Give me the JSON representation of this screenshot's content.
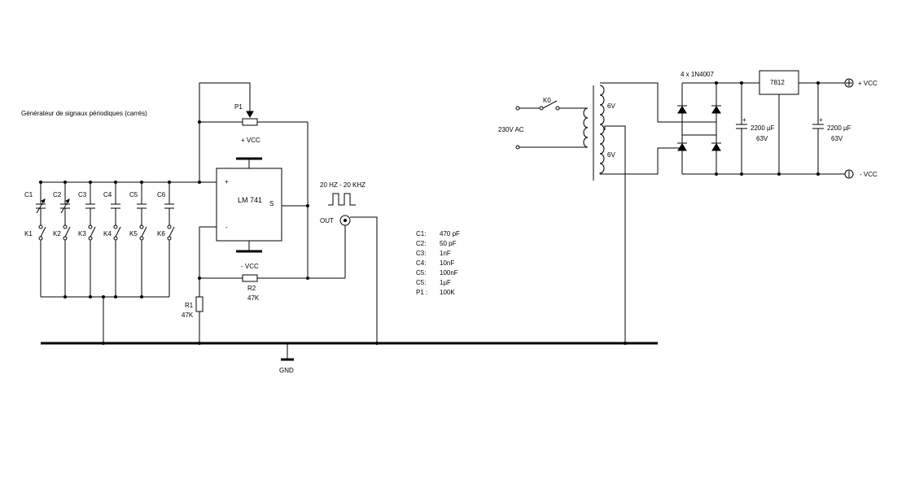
{
  "title": "Générateur de signaux périodiques (carrés)",
  "opamp": {
    "name": "LM 741",
    "plus": "+",
    "minus": "-",
    "out_label": "S",
    "vcc_pos": "+ VCC",
    "vcc_neg": "- VCC"
  },
  "potentiometer": {
    "name": "P1"
  },
  "capacitors": [
    "C1",
    "C2",
    "C3",
    "C4",
    "C5",
    "C6"
  ],
  "switches": [
    "K1",
    "K2",
    "K3",
    "K4",
    "K5",
    "K6"
  ],
  "r1": {
    "name": "R1",
    "value": "47K"
  },
  "r2": {
    "name": "R2",
    "value": "47K"
  },
  "freq_range": "20 HZ - 20 KHZ",
  "output_label": "OUT",
  "ground_label": "GND",
  "component_values": [
    {
      "ref": "C1:",
      "value": "470 pF"
    },
    {
      "ref": "C2:",
      "value": "50 pF"
    },
    {
      "ref": "C3:",
      "value": "1nF"
    },
    {
      "ref": "C4:",
      "value": "10nF"
    },
    {
      "ref": "C5:",
      "value": "100nF"
    },
    {
      "ref": "C5:",
      "value": "1µF"
    },
    {
      "ref": "P1 :",
      "value": "100K"
    }
  ],
  "power_supply": {
    "mains_label": "230V AC",
    "switch_label": "K0",
    "secondary_top": "6V",
    "secondary_bottom": "6V",
    "diodes_label": "4 x 1N4007",
    "cap1_value": "2200 µF",
    "cap1_voltage": "63V",
    "regulator": "7812",
    "cap2_value": "2200 µF",
    "cap2_voltage": "63V",
    "vcc_pos": "+ VCC",
    "vcc_neg": "- VCC"
  }
}
